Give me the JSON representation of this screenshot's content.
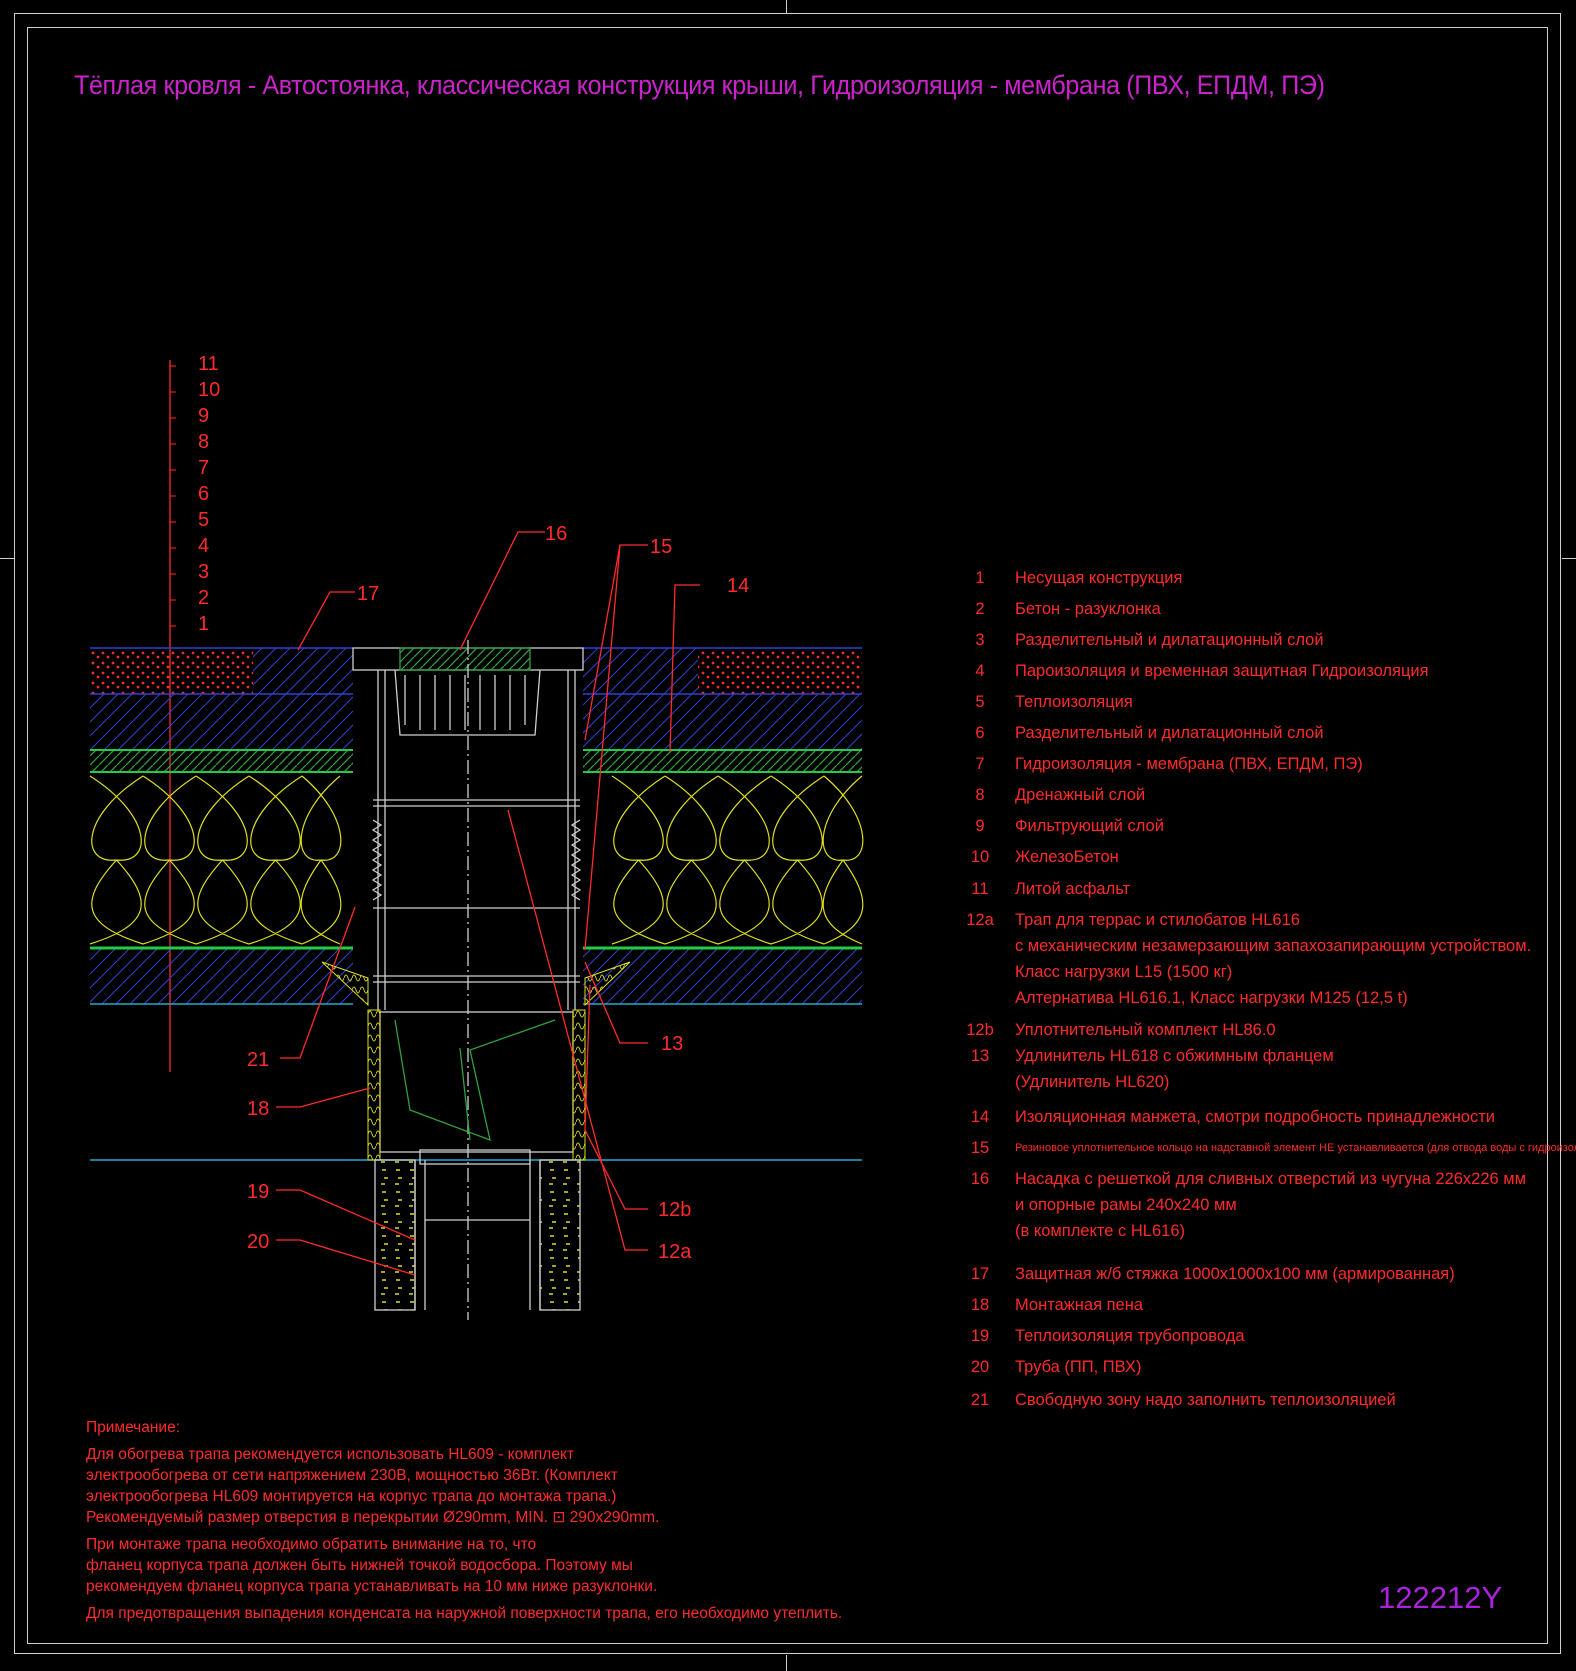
{
  "title": "Тёплая кровля - Автостоянка, классическая конструкция крыши, Гидроизоляция - мембрана (ПВХ, ЕПДМ, ПЭ)",
  "drawing_code": "122212Y",
  "layer_scale": [
    "11",
    "10",
    "9",
    "8",
    "7",
    "6",
    "5",
    "4",
    "3",
    "2",
    "1"
  ],
  "callouts": {
    "c16": "16",
    "c15": "15",
    "c14": "14",
    "c17": "17",
    "c13": "13",
    "c21": "21",
    "c18": "18",
    "c19": "19",
    "c20": "20",
    "c12b": "12b",
    "c12a": "12a"
  },
  "legend": [
    {
      "num": "1",
      "lines": [
        "Несущая конструкция"
      ]
    },
    {
      "num": "2",
      "lines": [
        "Бетон - разуклонка"
      ]
    },
    {
      "num": "3",
      "lines": [
        "Разделительный и дилатационный слой"
      ]
    },
    {
      "num": "4",
      "lines": [
        "Пароизоляция и временная защитная Гидроизоляция"
      ]
    },
    {
      "num": "5",
      "lines": [
        "Теплоизоляция"
      ]
    },
    {
      "num": "6",
      "lines": [
        "Разделительный и дилатационный слой"
      ]
    },
    {
      "num": "7",
      "lines": [
        "Гидроизоляция - мембрана (ПВХ, ЕПДМ, ПЭ)"
      ]
    },
    {
      "num": "8",
      "lines": [
        "Дренажный слой"
      ]
    },
    {
      "num": "9",
      "lines": [
        "Фильтрующий слой"
      ]
    },
    {
      "num": "10",
      "lines": [
        "ЖелезоБетон"
      ]
    },
    {
      "num": "11",
      "lines": [
        "Литой асфальт"
      ]
    },
    {
      "num": "12a",
      "lines": [
        "Трап для террас и стилобатов HL616",
        "с механическим незамерзающим запахозапирающим устройством.",
        "Класс нагрузки L15 (1500 кг)",
        "Алтернатива HL616.1, Класс нагрузки M125 (12,5 t)"
      ]
    },
    {
      "num": "12b",
      "lines": [
        "Уплотнительный комплект HL86.0"
      ]
    },
    {
      "num": "13",
      "lines": [
        "Удлинитель HL618 с обжимным фланцем",
        "(Удлинитель HL620)"
      ]
    },
    {
      "num": "14",
      "lines": [
        "Изоляционная  манжета, смотри подробность принадлежности"
      ]
    },
    {
      "num": "15",
      "lines": [
        "Резиновое уплотнительное кольцо на надставной элемент НЕ устанавливается (для отвода воды с гидроизоляции)"
      ],
      "small": true
    },
    {
      "num": "16",
      "lines": [
        "Насадка с решеткой для сливных отверстий из чугуна 226x226 мм",
        "и опорные рамы 240x240 мм",
        "(в комплекте с HL616)"
      ]
    },
    {
      "num": "17",
      "lines": [
        "Защитная ж/б стяжка 1000x1000x100 мм (армированная)"
      ]
    },
    {
      "num": "18",
      "lines": [
        "Монтажная пена"
      ]
    },
    {
      "num": "19",
      "lines": [
        "Теплоизоляция трубопровода"
      ]
    },
    {
      "num": "20",
      "lines": [
        "Труба (ПП, ПВХ)"
      ]
    },
    {
      "num": "21",
      "lines": [
        "Свободную зону надо заполнить теплоизоляцией"
      ]
    }
  ],
  "notes": [
    "Примечание:",
    "Для обогрева трапа рекомендуется использовать HL609 - комплект",
    "электрообогрева от сети напряжением 230В, мощностью 36Вт. (Комплект",
    "электрообогрева HL609 монтируется на корпус трапа до монтажа трапа.)",
    "Рекомендуемый размер отверстия в перекрытии Ø290mm, MIN. ⊡ 290x290mm.",
    "При монтаже трапа необходимо обратить внимание на то, что",
    "фланец корпуса трапа должен быть нижней точкой водосбора. Поэтому мы",
    "рекомендуем фланец корпуса трапа устанавливать на 10 мм ниже разуклонки.",
    "Для предотвращения выпадения конденсата на наружной поверхности трапа, его необходимо утеплить."
  ],
  "colors": {
    "title": "#cc22cc",
    "text": "#ff2a2a",
    "code": "#aa22dd",
    "hatch": "#3040d0",
    "insulation": "#dddd22",
    "membrane": "#22cc44",
    "frame": "#cfcfcf"
  }
}
